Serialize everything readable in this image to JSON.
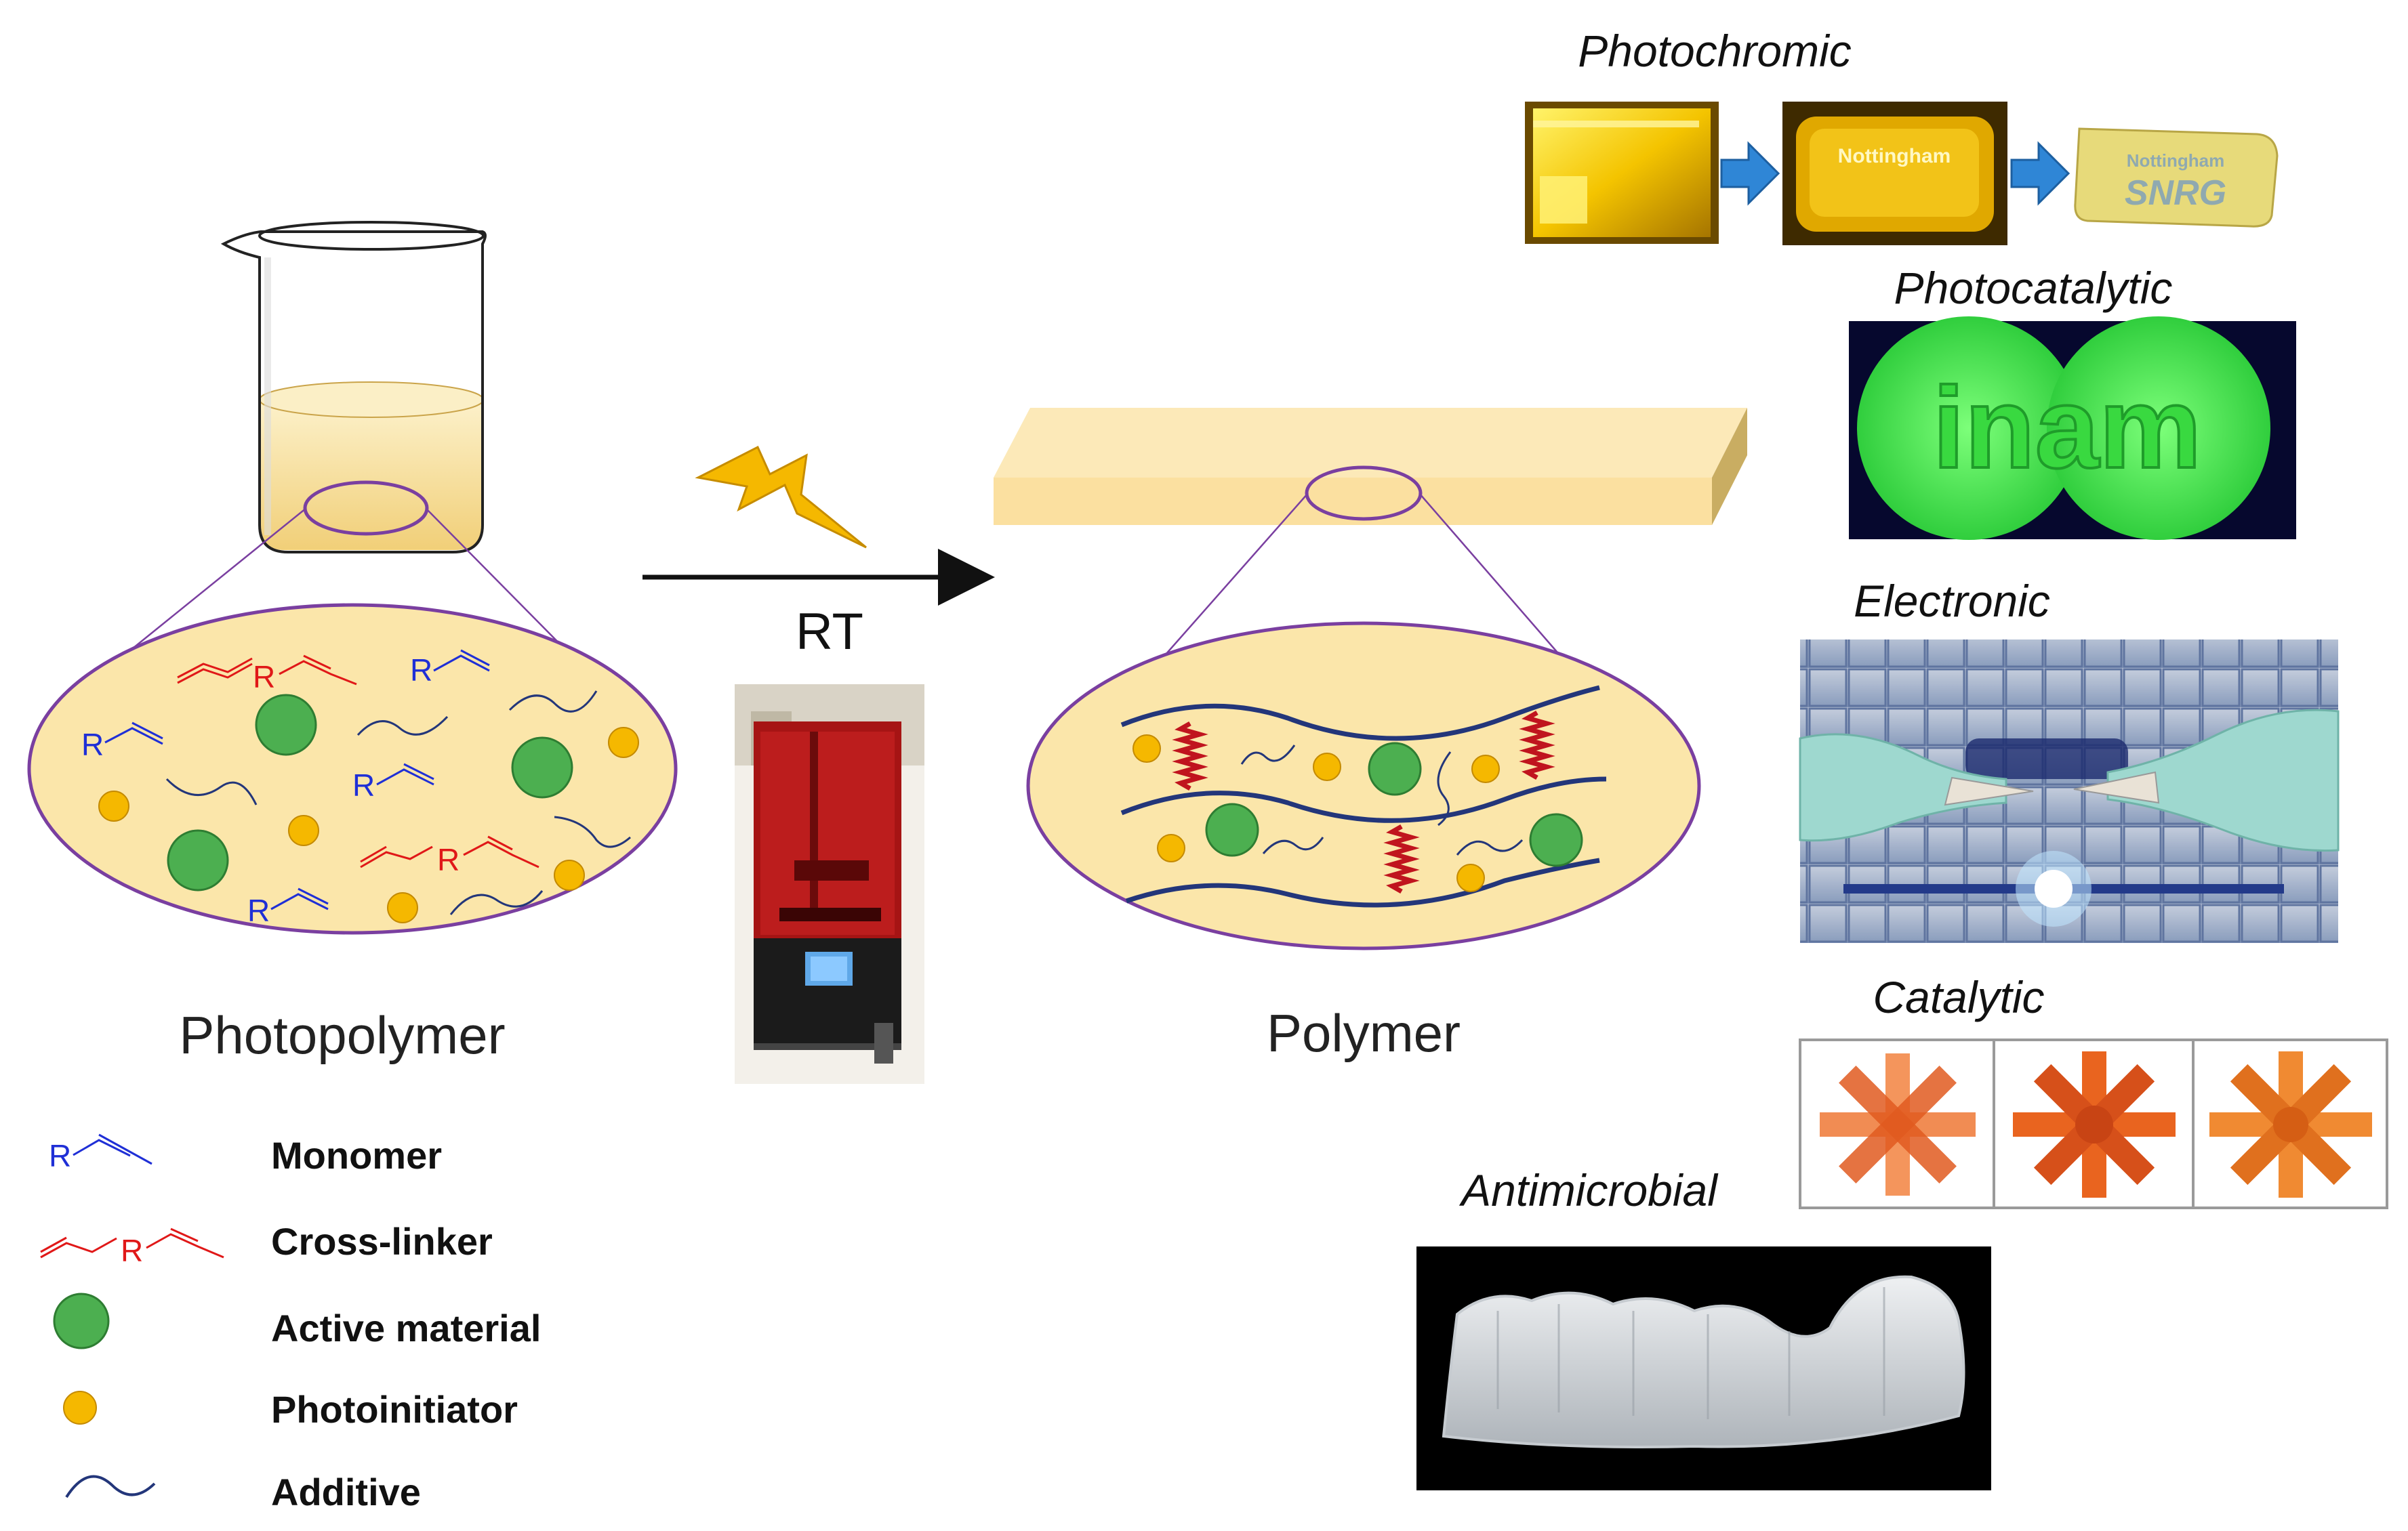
{
  "labels": {
    "photopolymer": "Photopolymer",
    "polymer": "Polymer",
    "rt": "RT"
  },
  "applications": {
    "photochromic": "Photochromic",
    "photocatalytic": "Photocatalytic",
    "electronic": "Electronic",
    "catalytic": "Catalytic",
    "antimicrobial": "Antimicrobial"
  },
  "legend": [
    {
      "key": "monomer",
      "label": "Monomer"
    },
    {
      "key": "crosslinker",
      "label": "Cross-linker"
    },
    {
      "key": "active",
      "label": "Active material"
    },
    {
      "key": "photoinitiator",
      "label": "Photoinitiator"
    },
    {
      "key": "additive",
      "label": "Additive"
    }
  ],
  "chem": {
    "r": "R"
  },
  "photo_text": {
    "photochromic_sample": "SNRG",
    "photochromic_uni": "Nottingham",
    "photocatalytic_sample": "inam"
  },
  "colors": {
    "resin_fill": "#fbe6aa",
    "ellipse_stroke": "#7a3fa0",
    "active_material": "#4caf50",
    "photoinitiator": "#f5b800",
    "monomer": "#1f2fd6",
    "crosslinker": "#e01818",
    "additive": "#23367a",
    "lightning": "#f5b800"
  },
  "icons": {
    "beaker": "beaker-icon",
    "lightning": "lightning-bolt-icon",
    "printer": "3d-printer-photo",
    "arrow": "reaction-arrow"
  }
}
